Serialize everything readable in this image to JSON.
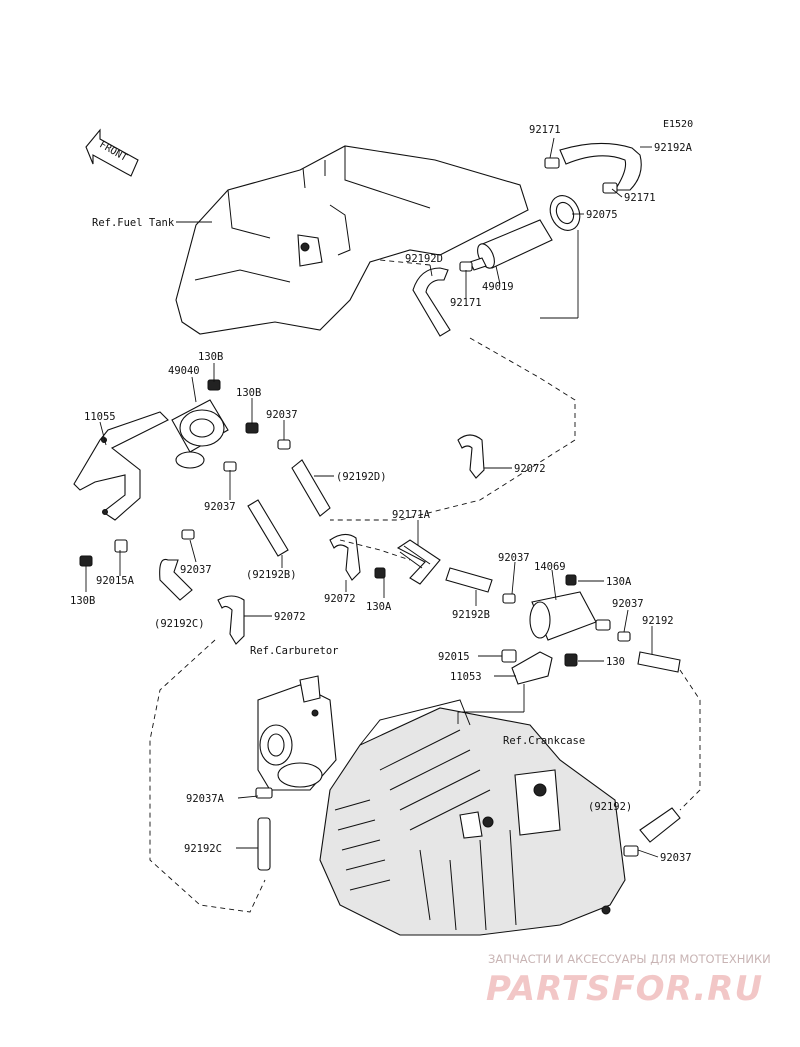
{
  "diagram_code": "E1520",
  "front_label": "FRONT",
  "refs": {
    "fuel_tank": "Ref.Fuel Tank",
    "carburetor": "Ref.Carburetor",
    "crankcase": "Ref.Crankcase"
  },
  "parts": {
    "p92171_a": "92171",
    "p92192A": "92192A",
    "p92171_b": "92171",
    "p92075": "92075",
    "p92192D": "92192D",
    "p92171_c": "92171",
    "p49019": "49019",
    "p130B_a": "130B",
    "p49040": "49040",
    "p130B_b": "130B",
    "p11055": "11055",
    "p92037_a": "92037",
    "p92192D_paren": "(92192D)",
    "p92072_a": "92072",
    "p92037_b": "92037",
    "p92171A": "92171A",
    "p92015A": "92015A",
    "p92037_c": "92037",
    "p92192B_paren": "(92192B)",
    "p92037_d": "92037",
    "p14069": "14069",
    "p130A_a": "130A",
    "p130B_c": "130B",
    "p92072_b": "92072",
    "p130A_b": "130A",
    "p92192B": "92192B",
    "p92037_e": "92037",
    "p92192": "92192",
    "p92192C_paren": "(92192C)",
    "p92072_c": "92072",
    "p92015": "92015",
    "p130": "130",
    "p11053": "11053",
    "p92037A": "92037A",
    "p92192C": "92192C",
    "p92192_paren": "(92192)",
    "p92037_f": "92037"
  },
  "watermark": {
    "subtitle": "ЗАПЧАСТИ И АКСЕССУАРЫ ДЛЯ МОТОТЕХНИКИ",
    "brand": "PARTSFOR.RU",
    "color_text": "#c8b4b4",
    "color_brand": "#f2c7c7"
  }
}
